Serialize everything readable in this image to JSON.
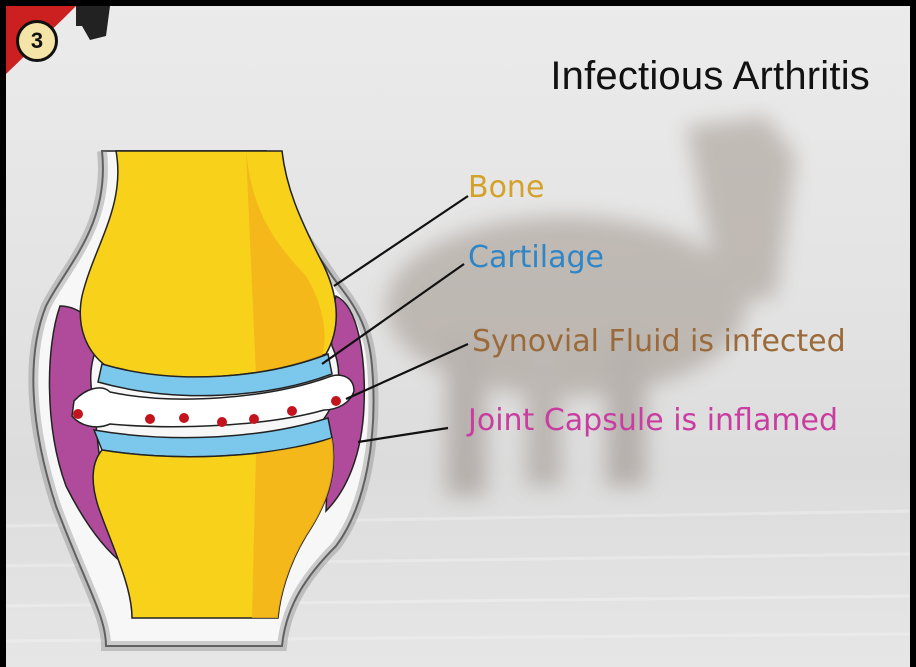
{
  "slide": {
    "number": "3",
    "title": "Infectious Arthritis"
  },
  "labels": {
    "bone": "Bone",
    "cartilage": "Cartilage",
    "synovial_fluid": "Synovial Fluid is infected",
    "joint_capsule": "Joint Capsule is inflamed"
  },
  "colors": {
    "bone": "#f7d11a",
    "bone_text": "#d4a22a",
    "cartilage": "#7cc7ec",
    "cartilage_text": "#2f86c7",
    "synovial_text": "#9a6a3a",
    "capsule": "#b04b9c",
    "capsule_text": "#c93da0",
    "bacteria": "#c3141e"
  },
  "icons": {
    "slide_number": "numbered-badge",
    "bacteria": "bacteria-dot"
  }
}
